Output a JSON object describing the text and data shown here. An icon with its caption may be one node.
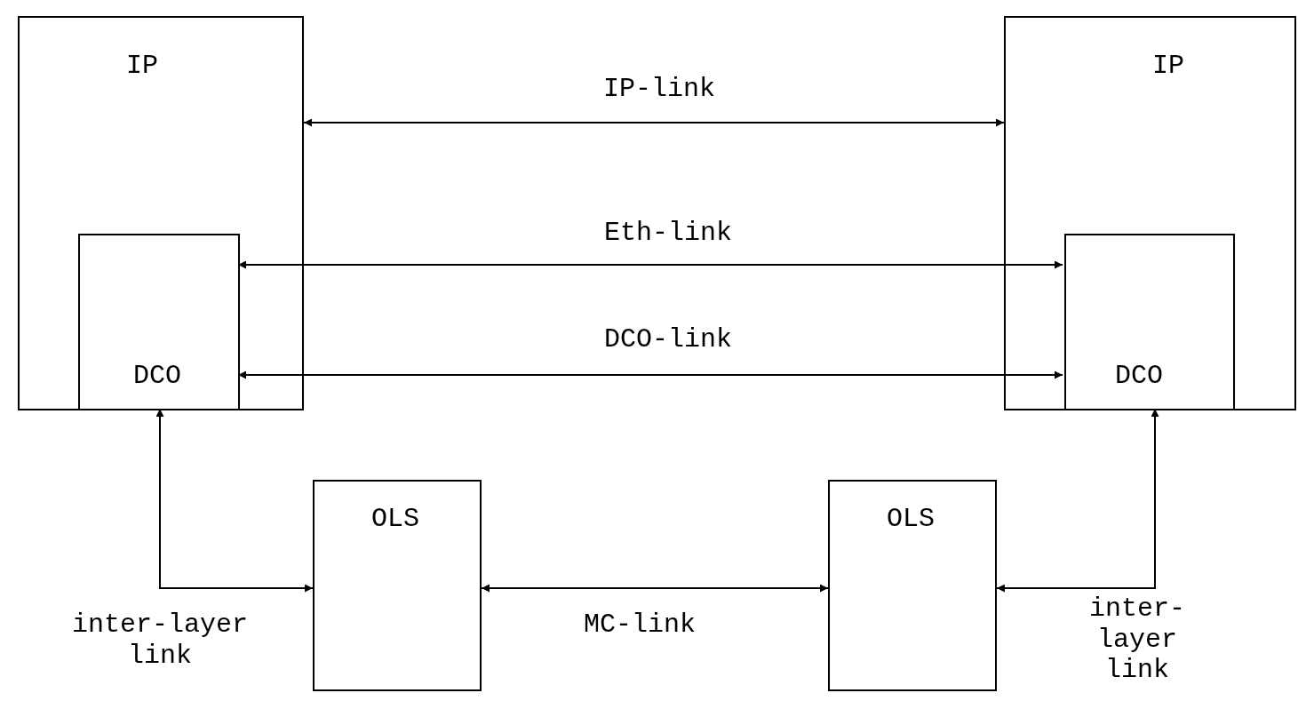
{
  "diagram": {
    "nodes": [
      {
        "text": [
          "IP"
        ]
      },
      {
        "text": [
          "DCO"
        ],
        "in": 0
      },
      {
        "text": [
          "IP"
        ]
      },
      {
        "text": [
          "DCO"
        ],
        "in": 2
      },
      {
        "text": [
          "OLS"
        ]
      },
      {
        "text": [
          "OLS"
        ]
      }
    ],
    "edges": [
      {
        "from": 0,
        "to": 2,
        "arrow": "both",
        "label": "IP-link"
      },
      {
        "from": 1,
        "to": 3,
        "arrow": "both",
        "label": "Eth-link"
      },
      {
        "from": 1,
        "to": 3,
        "arrow": "both",
        "label": "DCO-link"
      },
      {
        "from": 1,
        "to": 4,
        "arrow": "both",
        "label": "inter-layer link"
      },
      {
        "from": 4,
        "to": 5,
        "arrow": "both",
        "label": "MC-link"
      },
      {
        "from": 5,
        "to": 3,
        "arrow": "both",
        "label": "inter-layer link"
      }
    ]
  }
}
